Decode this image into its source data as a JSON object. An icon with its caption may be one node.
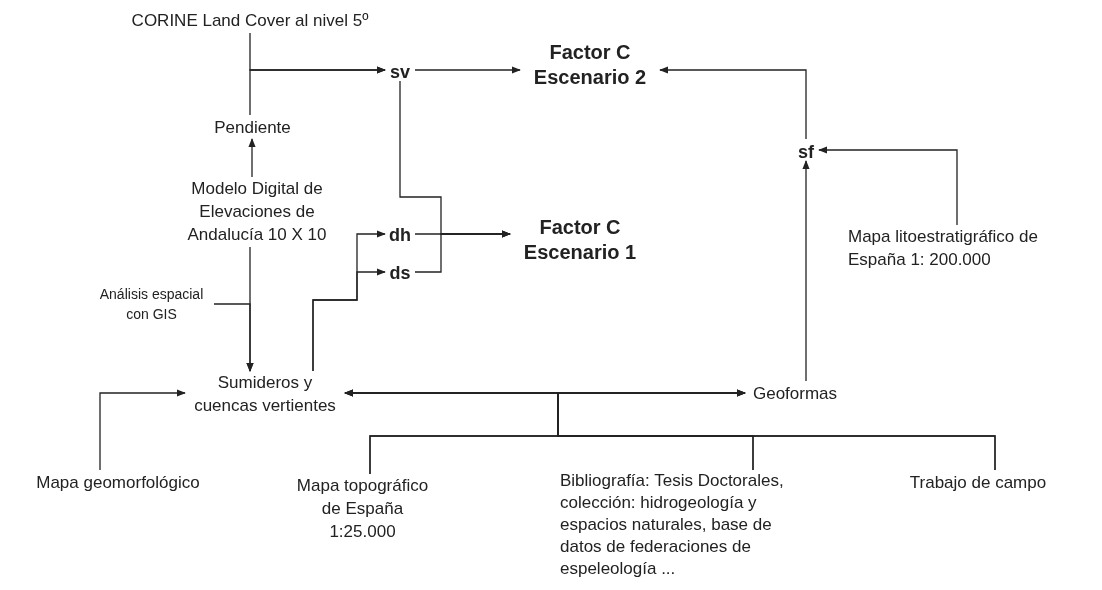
{
  "diagram": {
    "nodes": [
      {
        "text": [
          "CORINE Land Cover al nivel 5º"
        ]
      },
      {
        "text": [
          "sv"
        ]
      },
      {
        "text": [
          "Factor C Escenario 2"
        ]
      },
      {
        "text": [
          "Pendiente"
        ]
      },
      {
        "text": [
          "sf"
        ]
      },
      {
        "text": [
          "Modelo Digital de Elevaciones de Andalucía 10 X 10"
        ]
      },
      {
        "text": [
          "dh"
        ]
      },
      {
        "text": [
          "Factor C Escenario 1"
        ]
      },
      {
        "text": [
          "Mapa litoestratigráfico de España 1: 200.000"
        ]
      },
      {
        "text": [
          "ds"
        ]
      },
      {
        "text": [
          "Análisis espacial con GIS"
        ]
      },
      {
        "text": [
          "Sumideros y cuencas vertientes"
        ]
      },
      {
        "text": [
          "Geoformas"
        ]
      },
      {
        "text": [
          "Mapa geomorfológico"
        ]
      },
      {
        "text": [
          "Mapa topográfico de España 1:25.000"
        ]
      },
      {
        "text": [
          "Bibliografía: Tesis Doctorales, colección: hidrogeología y espacios naturales, base de datos de federaciones de espeleología ..."
        ]
      },
      {
        "text": [
          "Trabajo de campo"
        ]
      }
    ],
    "edges": [
      {
        "from": 0,
        "to": 1,
        "arrow": "to"
      },
      {
        "from": 3,
        "to": 1,
        "arrow": "to"
      },
      {
        "from": 5,
        "to": 3,
        "arrow": "to"
      },
      {
        "from": 1,
        "to": 2,
        "arrow": "to"
      },
      {
        "from": 1,
        "to": 7,
        "arrow": "to"
      },
      {
        "from": 6,
        "to": 7,
        "arrow": "to"
      },
      {
        "from": 9,
        "to": 7,
        "arrow": "to"
      },
      {
        "from": 11,
        "to": 6,
        "arrow": "to"
      },
      {
        "from": 11,
        "to": 9,
        "arrow": "to"
      },
      {
        "from": 5,
        "to": 11,
        "arrow": "to"
      },
      {
        "from": 10,
        "to": 11,
        "arrow": "to"
      },
      {
        "from": 13,
        "to": 11,
        "arrow": "to"
      },
      {
        "from": 8,
        "to": 4,
        "arrow": "to"
      },
      {
        "from": 12,
        "to": 4,
        "arrow": "to"
      },
      {
        "from": 4,
        "to": 2,
        "arrow": "to"
      },
      {
        "from": 14,
        "to": 11,
        "arrow": "to"
      },
      {
        "from": 14,
        "to": 12,
        "arrow": "to"
      },
      {
        "from": 15,
        "to": 11,
        "arrow": "to"
      },
      {
        "from": 15,
        "to": 12,
        "arrow": "to"
      },
      {
        "from": 16,
        "to": 11,
        "arrow": "to"
      },
      {
        "from": 16,
        "to": 12,
        "arrow": "to"
      }
    ]
  }
}
